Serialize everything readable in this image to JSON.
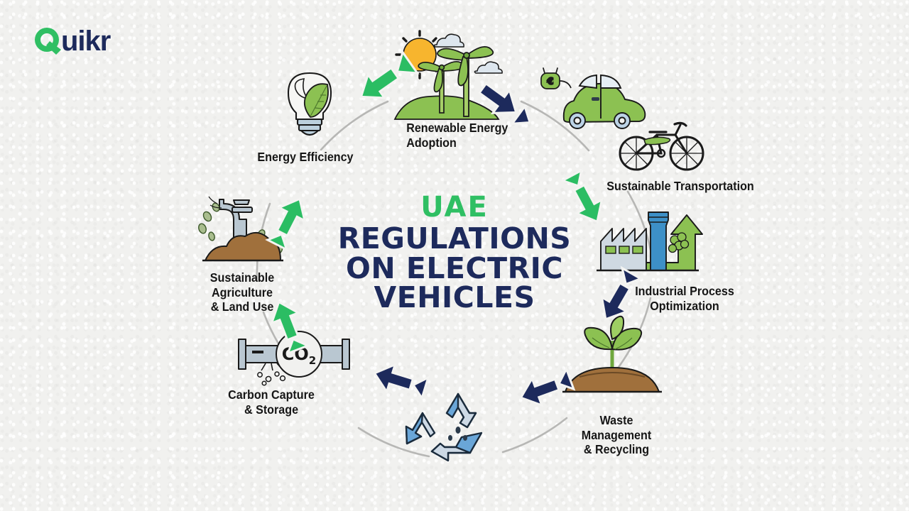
{
  "brand": {
    "logo_q": "Q",
    "logo_text": "uikr",
    "green": "#2fbf63",
    "navy": "#1d2a5c"
  },
  "center": {
    "line1": "UAE",
    "line2": "REGULATIONS\nON ELECTRIC\nVEHICLES"
  },
  "colors": {
    "background": "#f1f1ef",
    "arrow_green": "#2bbd63",
    "arrow_navy": "#1d2a5c",
    "arc_gray": "#b6b6b4",
    "text_dark": "#161616",
    "leaf_green": "#8cc152",
    "sun_yellow": "#f6b93b",
    "soil_brown": "#a0703c",
    "steel_blue": "#3d90c7",
    "ice_blue": "#cdd9e5"
  },
  "cycle": {
    "nodes": [
      {
        "id": "renewable",
        "label": "Renewable Energy\nAdoption",
        "icon": "renewable-energy-icon"
      },
      {
        "id": "transport",
        "label": "Sustainable Transportation",
        "icon": "electric-car-bicycle-icon"
      },
      {
        "id": "industrial",
        "label": "Industrial Process\nOptimization",
        "icon": "factory-icon"
      },
      {
        "id": "waste",
        "label": "Waste Management\n& Recycling",
        "icon": "sprout-soil-icon"
      },
      {
        "id": "recycling",
        "label": "",
        "icon": "recycling-symbol-icon"
      },
      {
        "id": "carbon",
        "label": "Carbon Capture\n& Storage",
        "icon": "co2-pipe-icon"
      },
      {
        "id": "agriculture",
        "label": "Sustainable\nAgriculture\n& Land Use",
        "icon": "irrigation-soil-icon"
      },
      {
        "id": "energy",
        "label": "Energy Efficiency",
        "icon": "lightbulb-leaf-icon"
      }
    ],
    "arrows": [
      {
        "id": "arrow-energy-to-renewable",
        "color": "green",
        "direction": "up-right"
      },
      {
        "id": "arrow-renewable-to-transport",
        "color": "navy",
        "direction": "down-right"
      },
      {
        "id": "arrow-transport-to-industrial",
        "color": "green",
        "direction": "down-right"
      },
      {
        "id": "arrow-industrial-to-waste",
        "color": "navy",
        "direction": "down-left"
      },
      {
        "id": "arrow-waste-to-recycling",
        "color": "navy",
        "direction": "down-left"
      },
      {
        "id": "arrow-recycling-to-carbon",
        "color": "navy",
        "direction": "left"
      },
      {
        "id": "arrow-carbon-to-agriculture",
        "color": "green",
        "direction": "up-left"
      },
      {
        "id": "arrow-agriculture-to-energy",
        "color": "green",
        "direction": "up-right"
      }
    ]
  }
}
